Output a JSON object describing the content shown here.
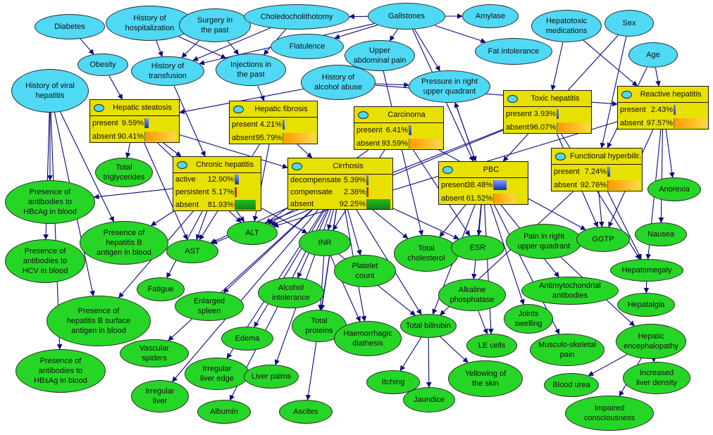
{
  "nodes": [
    {
      "id": "diabetes",
      "label": "Diabetes",
      "color": "cyan"
    },
    {
      "id": "hist_hosp",
      "label": "History of\nhospitalization",
      "color": "cyan"
    },
    {
      "id": "surgery",
      "label": "Surgery in\nthe past",
      "color": "cyan"
    },
    {
      "id": "choledo",
      "label": "Choledocholithotomy",
      "color": "cyan"
    },
    {
      "id": "gallstones",
      "label": "Gallstones",
      "color": "cyan"
    },
    {
      "id": "amylase",
      "label": "Amylase",
      "color": "cyan"
    },
    {
      "id": "hepatotoxic",
      "label": "Hepatotoxic\nmedications",
      "color": "cyan"
    },
    {
      "id": "sex",
      "label": "Sex",
      "color": "cyan"
    },
    {
      "id": "obesity",
      "label": "Obesity",
      "color": "cyan"
    },
    {
      "id": "hist_transf",
      "label": "History of\ntransfusion",
      "color": "cyan"
    },
    {
      "id": "injections",
      "label": "Injections in\nthe past",
      "color": "cyan"
    },
    {
      "id": "flatulence",
      "label": "Flatulence",
      "color": "cyan"
    },
    {
      "id": "upper_abd",
      "label": "Upper\nabdominal pain",
      "color": "cyan"
    },
    {
      "id": "fat_intol",
      "label": "Fat intolerance",
      "color": "cyan"
    },
    {
      "id": "age",
      "label": "Age",
      "color": "cyan"
    },
    {
      "id": "hist_viral",
      "label": "History of viral\nhepatitis",
      "color": "cyan"
    },
    {
      "id": "hist_alcohol",
      "label": "History of\nalcohol abuse",
      "color": "cyan"
    },
    {
      "id": "pressure_ruq",
      "label": "Pressure in right\nupper quadrant",
      "color": "cyan"
    },
    {
      "id": "total_trig",
      "label": "Total\ntriglycerides",
      "color": "green"
    },
    {
      "id": "hbcag",
      "label": "Presence of\nantibodies to\nHBcAg in blood",
      "color": "green"
    },
    {
      "id": "hb_antigen",
      "label": "Presence of\nhepatitis B\nantigen in blood",
      "color": "green"
    },
    {
      "id": "hcv",
      "label": "Presence of\nantibodies to\nHCV in blood",
      "color": "green"
    },
    {
      "id": "alt",
      "label": "ALT",
      "color": "green"
    },
    {
      "id": "ast",
      "label": "AST",
      "color": "green"
    },
    {
      "id": "inr",
      "label": "INR",
      "color": "green"
    },
    {
      "id": "platelet",
      "label": "Platelet\ncount",
      "color": "green"
    },
    {
      "id": "total_chol",
      "label": "Total\ncholesterol",
      "color": "green"
    },
    {
      "id": "esr",
      "label": "ESR",
      "color": "green"
    },
    {
      "id": "pain_ruq",
      "label": "Pain in right\nupper quadrant",
      "color": "green"
    },
    {
      "id": "ggtp",
      "label": "GGTP",
      "color": "green"
    },
    {
      "id": "anorexia",
      "label": "Anorexia",
      "color": "green"
    },
    {
      "id": "nausea",
      "label": "Nausea",
      "color": "green"
    },
    {
      "id": "hepatomegaly",
      "label": "Hepatomegaly",
      "color": "green"
    },
    {
      "id": "fatigue",
      "label": "Fatigue",
      "color": "green"
    },
    {
      "id": "enlarged_spleen",
      "label": "Enlarged\nspleen",
      "color": "green"
    },
    {
      "id": "alcohol_intol",
      "label": "Alcohol\nintolerance",
      "color": "green"
    },
    {
      "id": "alk_phos",
      "label": "Alkaline\nphosphatase",
      "color": "green"
    },
    {
      "id": "antimito",
      "label": "Antimytochondrial\nantibodies",
      "color": "green"
    },
    {
      "id": "hepatalgia",
      "label": "Hepatalgia",
      "color": "green"
    },
    {
      "id": "hb_surface",
      "label": "Presence of\nhepatitis B surface\nantigen in blood",
      "color": "green"
    },
    {
      "id": "vascular",
      "label": "Vascular\nspiders",
      "color": "green"
    },
    {
      "id": "edema",
      "label": "Edema",
      "color": "green"
    },
    {
      "id": "total_prot",
      "label": "Total\nproteins",
      "color": "green"
    },
    {
      "id": "haemorrhagic",
      "label": "Haemorrhagic\ndiathesis",
      "color": "green"
    },
    {
      "id": "total_bili",
      "label": "Total bilirubin",
      "color": "green"
    },
    {
      "id": "joints",
      "label": "Joints\nswelling",
      "color": "green"
    },
    {
      "id": "le_cells",
      "label": "LE cells",
      "color": "green"
    },
    {
      "id": "musculo",
      "label": "Musculo-skeletal\npain",
      "color": "green"
    },
    {
      "id": "hep_enceph",
      "label": "Hepatic\nencephalopathy",
      "color": "green"
    },
    {
      "id": "hbsag",
      "label": "Presence of\nantibodies to\nHBsAg in blood",
      "color": "green"
    },
    {
      "id": "irr_liver",
      "label": "Irregular\nliver",
      "color": "green"
    },
    {
      "id": "irr_edge",
      "label": "Irregular\nliver edge",
      "color": "green"
    },
    {
      "id": "liver_palms",
      "label": "Liver palms",
      "color": "green"
    },
    {
      "id": "itching",
      "label": "Itching",
      "color": "green"
    },
    {
      "id": "yellowing",
      "label": "Yellowing of\nthe skin",
      "color": "green"
    },
    {
      "id": "blood_urea",
      "label": "Blood urea",
      "color": "green"
    },
    {
      "id": "incr_density",
      "label": "Increased\nliver density",
      "color": "green"
    },
    {
      "id": "albumin",
      "label": "Albumin",
      "color": "green"
    },
    {
      "id": "ascites",
      "label": "Ascites",
      "color": "green"
    },
    {
      "id": "jaundice",
      "label": "Jaundice",
      "color": "green"
    },
    {
      "id": "impaired",
      "label": "Impaired\nconsciousness",
      "color": "green"
    }
  ],
  "boxes": [
    {
      "id": "hep_steatosis",
      "title": "Hepatic steatosis",
      "states": [
        {
          "label": "present",
          "value": "9.59%",
          "p": 0.0959,
          "bar": "blue"
        },
        {
          "label": "absent",
          "value": "90.41%",
          "p": 0.9041,
          "bar": "orange"
        }
      ]
    },
    {
      "id": "hep_fibrosis",
      "title": "Hepatic fibrosis",
      "states": [
        {
          "label": "present",
          "value": "4.21%",
          "p": 0.0421,
          "bar": "blue"
        },
        {
          "label": "absent",
          "value": "95.79%",
          "p": 0.9579,
          "bar": "orange"
        }
      ]
    },
    {
      "id": "carcinoma",
      "title": "Carcinoma",
      "states": [
        {
          "label": "present",
          "value": "6.41%",
          "p": 0.0641,
          "bar": "blue"
        },
        {
          "label": "absent",
          "value": "93.59%",
          "p": 0.9359,
          "bar": "orange"
        }
      ]
    },
    {
      "id": "toxic_hep",
      "title": "Toxic hepatitis",
      "states": [
        {
          "label": "present",
          "value": "3.93%",
          "p": 0.0393,
          "bar": "blue"
        },
        {
          "label": "absent",
          "value": "96.07%",
          "p": 0.9607,
          "bar": "orange"
        }
      ]
    },
    {
      "id": "reactive_hep",
      "title": "Reactive hepatitis",
      "states": [
        {
          "label": "present",
          "value": "2.43%",
          "p": 0.0243,
          "bar": "blue"
        },
        {
          "label": "absent",
          "value": "97.57%",
          "p": 0.9757,
          "bar": "orange"
        }
      ]
    },
    {
      "id": "chronic_hep",
      "title": "Chronic hepatitis",
      "states": [
        {
          "label": "active",
          "value": "12.90%",
          "p": 0.129,
          "bar": "blue"
        },
        {
          "label": "persistent",
          "value": "5.17%",
          "p": 0.0517,
          "bar": "red"
        },
        {
          "label": "absent",
          "value": "81.93%",
          "p": 0.8193,
          "bar": "green"
        }
      ]
    },
    {
      "id": "cirrhosis",
      "title": "Cirrhosis",
      "states": [
        {
          "label": "decompensate",
          "value": "5.39%",
          "p": 0.0539,
          "bar": "blue"
        },
        {
          "label": "compensate",
          "value": "2.36%",
          "p": 0.0236,
          "bar": "red"
        },
        {
          "label": "absent",
          "value": "92.25%",
          "p": 0.9225,
          "bar": "green"
        }
      ]
    },
    {
      "id": "pbc",
      "title": "PBC",
      "states": [
        {
          "label": "present",
          "value": "38.48%",
          "p": 0.3848,
          "bar": "blue"
        },
        {
          "label": "absent",
          "value": "61.52%",
          "p": 0.6152,
          "bar": "orange"
        }
      ]
    },
    {
      "id": "func_hyper",
      "title": "Functional hyperbilir...",
      "states": [
        {
          "label": "present",
          "value": "7.24%",
          "p": 0.0724,
          "bar": "blue"
        },
        {
          "label": "absent",
          "value": "92.76%",
          "p": 0.9276,
          "bar": "orange"
        }
      ]
    }
  ],
  "edges": [
    [
      "diabetes",
      "obesity"
    ],
    [
      "obesity",
      "hep_steatosis"
    ],
    [
      "hist_hosp",
      "hist_transf"
    ],
    [
      "hist_hosp",
      "injections"
    ],
    [
      "surgery",
      "hist_transf"
    ],
    [
      "surgery",
      "injections"
    ],
    [
      "choledo",
      "hist_transf"
    ],
    [
      "choledo",
      "injections"
    ],
    [
      "gallstones",
      "choledo"
    ],
    [
      "gallstones",
      "flatulence"
    ],
    [
      "gallstones",
      "amylase"
    ],
    [
      "gallstones",
      "fat_intol"
    ],
    [
      "gallstones",
      "upper_abd"
    ],
    [
      "gallstones",
      "pressure_ruq"
    ],
    [
      "gallstones",
      "pbc"
    ],
    [
      "gallstones",
      "hist_transf"
    ],
    [
      "hepatotoxic",
      "toxic_hep"
    ],
    [
      "hepatotoxic",
      "reactive_hep"
    ],
    [
      "sex",
      "pbc"
    ],
    [
      "sex",
      "func_hyper"
    ],
    [
      "age",
      "reactive_hep"
    ],
    [
      "age",
      "func_hyper"
    ],
    [
      "hist_viral",
      "hbcag"
    ],
    [
      "hist_viral",
      "hcv"
    ],
    [
      "hist_viral",
      "hb_surface"
    ],
    [
      "hist_viral",
      "hbsag"
    ],
    [
      "hist_viral",
      "hb_antigen"
    ],
    [
      "hist_transf",
      "chronic_hep"
    ],
    [
      "injections",
      "hep_fibrosis"
    ],
    [
      "hist_alcohol",
      "hep_steatosis"
    ],
    [
      "hist_alcohol",
      "pressure_ruq"
    ],
    [
      "hist_alcohol",
      "reactive_hep"
    ],
    [
      "upper_abd",
      "total_chol"
    ],
    [
      "pressure_ruq",
      "pbc"
    ],
    [
      "hep_steatosis",
      "total_trig"
    ],
    [
      "hep_steatosis",
      "chronic_hep"
    ],
    [
      "hep_steatosis",
      "ast"
    ],
    [
      "hep_steatosis",
      "alt"
    ],
    [
      "hep_steatosis",
      "cirrhosis"
    ],
    [
      "hep_fibrosis",
      "cirrhosis"
    ],
    [
      "hep_fibrosis",
      "alt"
    ],
    [
      "hep_fibrosis",
      "ast"
    ],
    [
      "carcinoma",
      "ggtp"
    ],
    [
      "carcinoma",
      "alt"
    ],
    [
      "carcinoma",
      "inr"
    ],
    [
      "carcinoma",
      "esr"
    ],
    [
      "toxic_hep",
      "alt"
    ],
    [
      "toxic_hep",
      "ast"
    ],
    [
      "toxic_hep",
      "hepatomegaly"
    ],
    [
      "toxic_hep",
      "ggtp"
    ],
    [
      "reactive_hep",
      "anorexia"
    ],
    [
      "reactive_hep",
      "nausea"
    ],
    [
      "reactive_hep",
      "hepatomegaly"
    ],
    [
      "reactive_hep",
      "alt"
    ],
    [
      "reactive_hep",
      "ggtp"
    ],
    [
      "chronic_hep",
      "hbcag"
    ],
    [
      "chronic_hep",
      "hb_antigen"
    ],
    [
      "chronic_hep",
      "ast"
    ],
    [
      "chronic_hep",
      "alt"
    ],
    [
      "chronic_hep",
      "fatigue"
    ],
    [
      "chronic_hep",
      "hb_surface"
    ],
    [
      "chronic_hep",
      "inr"
    ],
    [
      "cirrhosis",
      "alt"
    ],
    [
      "cirrhosis",
      "ast"
    ],
    [
      "cirrhosis",
      "inr"
    ],
    [
      "cirrhosis",
      "platelet"
    ],
    [
      "cirrhosis",
      "total_chol"
    ],
    [
      "cirrhosis",
      "esr"
    ],
    [
      "cirrhosis",
      "enlarged_spleen"
    ],
    [
      "cirrhosis",
      "alcohol_intol"
    ],
    [
      "cirrhosis",
      "edema"
    ],
    [
      "cirrhosis",
      "total_prot"
    ],
    [
      "cirrhosis",
      "haemorrhagic"
    ],
    [
      "cirrhosis",
      "total_bili"
    ],
    [
      "cirrhosis",
      "vascular"
    ],
    [
      "cirrhosis",
      "irr_edge"
    ],
    [
      "cirrhosis",
      "liver_palms"
    ],
    [
      "cirrhosis",
      "irr_liver"
    ],
    [
      "cirrhosis",
      "albumin"
    ],
    [
      "cirrhosis",
      "ascites"
    ],
    [
      "pbc",
      "alk_phos"
    ],
    [
      "pbc",
      "antimito"
    ],
    [
      "pbc",
      "esr"
    ],
    [
      "pbc",
      "le_cells"
    ],
    [
      "pbc",
      "joints"
    ],
    [
      "pbc",
      "musculo"
    ],
    [
      "pbc",
      "total_bili"
    ],
    [
      "pbc",
      "total_chol"
    ],
    [
      "pbc",
      "pressure_ruq"
    ],
    [
      "func_hyper",
      "total_bili"
    ],
    [
      "func_hyper",
      "ggtp"
    ],
    [
      "func_hyper",
      "hepatomegaly"
    ],
    [
      "pain_ruq",
      "hep_enceph"
    ],
    [
      "hepatomegaly",
      "hepatalgia"
    ],
    [
      "total_bili",
      "itching"
    ],
    [
      "total_bili",
      "jaundice"
    ],
    [
      "total_bili",
      "yellowing"
    ],
    [
      "hep_enceph",
      "blood_urea"
    ],
    [
      "hep_enceph",
      "incr_density"
    ],
    [
      "hep_enceph",
      "impaired"
    ],
    [
      "inr",
      "haemorrhagic"
    ],
    [
      "inr",
      "total_bili"
    ],
    [
      "inr",
      "total_prot"
    ],
    [
      "alk_phos",
      "le_cells"
    ]
  ]
}
